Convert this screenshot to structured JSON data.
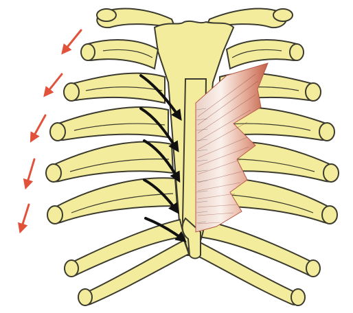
{
  "colors": {
    "bone": "#f3ec9c",
    "bone_outline": "#3b3a2e",
    "muscle_light": "#f6e2d8",
    "muscle_dark": "#c96a55",
    "motion_arrow": "#e2523a",
    "force_arrow": "#111111"
  },
  "structures": [
    "rib-cage",
    "sternum",
    "clavicle-left",
    "clavicle-right",
    "intercostal-muscle-layer"
  ],
  "arrows": {
    "red_motion_count": 5,
    "black_force_count": 5
  }
}
